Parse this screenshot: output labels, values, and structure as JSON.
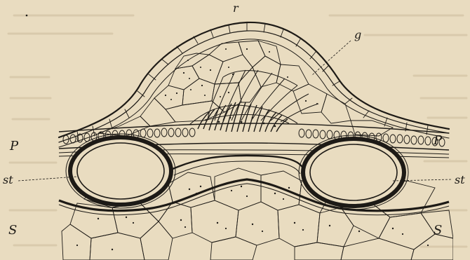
{
  "figure": {
    "labels": {
      "r": "r",
      "g": "g",
      "p_left": "P",
      "p_right": "P",
      "st_left": "st",
      "st_right": "st",
      "s_left": "S",
      "s_right": "S"
    },
    "colors": {
      "paper": "#e9dcc0",
      "ink": "#1d1a16",
      "bleed_text": "#c9b998"
    }
  }
}
